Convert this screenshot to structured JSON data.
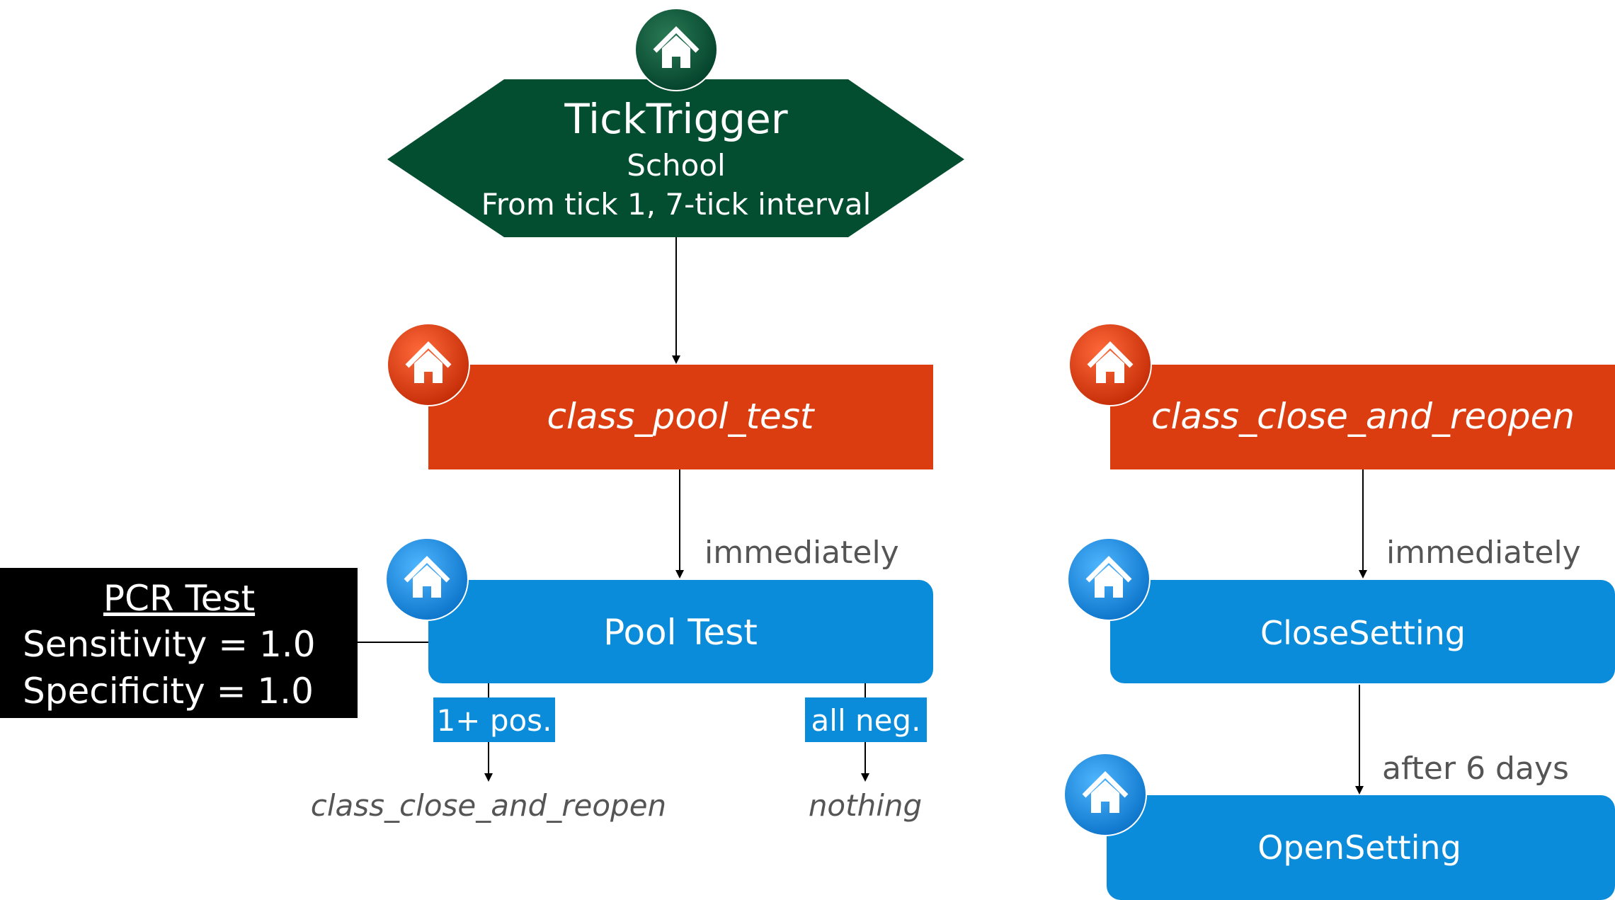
{
  "trigger": {
    "title": "TickTrigger",
    "setting": "School",
    "schedule": "From tick 1, 7-tick interval"
  },
  "interventions": {
    "pool_test": "class_pool_test",
    "close_reopen": "class_close_and_reopen"
  },
  "actions": {
    "pool_test": "Pool Test",
    "close_setting": "CloseSetting",
    "open_setting": "OpenSetting"
  },
  "edges": {
    "immediately_left": "immediately",
    "immediately_right": "immediately",
    "after_days": "after 6 days"
  },
  "branches": {
    "positive_label": "1+ pos.",
    "negative_label": "all neg.",
    "positive_target": "class_close_and_reopen",
    "negative_target": "nothing"
  },
  "test_info": {
    "title": "PCR Test",
    "sensitivity": "Sensitivity = 1.0",
    "specificity": "Specificity = 1.0"
  },
  "colors": {
    "trigger": "#034E31",
    "intervention": "#DB3D10",
    "action": "#0A8CDB",
    "info_box": "#000000"
  },
  "icons": {
    "home": "home-icon"
  }
}
